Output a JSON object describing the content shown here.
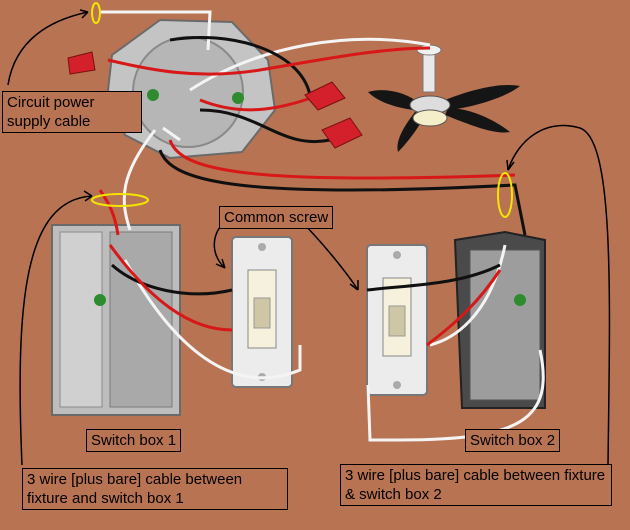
{
  "labels": {
    "circuit_power": "Circuit power supply cable",
    "common_screw": "Common screw",
    "switch_box_1": "Switch box 1",
    "switch_box_2": "Switch box 2",
    "cable_box1": "3 wire [plus bare] cable between fixture and switch box 1",
    "cable_box2": "3 wire [plus bare] cable between fixture & switch box 2"
  },
  "colors": {
    "background": "#b87353",
    "hot_wire": "#d81818",
    "black_wire": "#101010",
    "white_wire": "#f4f4f4",
    "cable_marker": "#f2e600"
  }
}
